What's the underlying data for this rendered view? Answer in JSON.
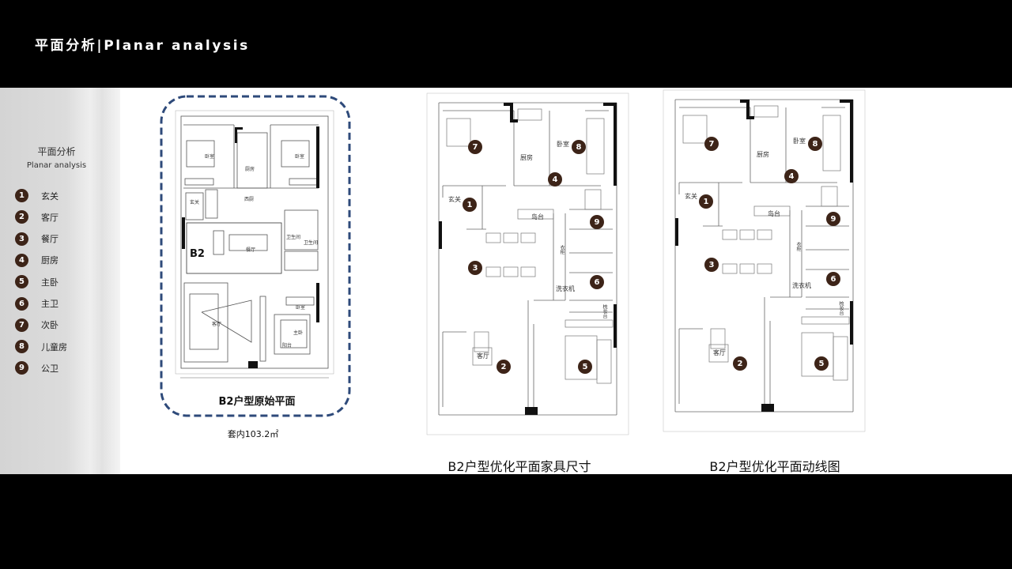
{
  "header": {
    "title": "平面分析|Planar analysis"
  },
  "sidebar": {
    "title_cn": "平面分析",
    "title_en": "Planar analysis",
    "items": [
      {
        "n": "1",
        "label": "玄关"
      },
      {
        "n": "2",
        "label": "客厅"
      },
      {
        "n": "3",
        "label": "餐厅"
      },
      {
        "n": "4",
        "label": "厨房"
      },
      {
        "n": "5",
        "label": "主卧"
      },
      {
        "n": "6",
        "label": "主卫"
      },
      {
        "n": "7",
        "label": "次卧"
      },
      {
        "n": "8",
        "label": "儿童房"
      },
      {
        "n": "9",
        "label": "公卫"
      }
    ]
  },
  "original": {
    "caption": "B2户型原始平面",
    "area": "套内103.2㎡",
    "unit": "B2",
    "rooms": {
      "bed1": "卧室",
      "kitchen": "厨房",
      "bed2": "卧室",
      "entry": "玄关",
      "west_kitchen": "西厨",
      "bath1": "卫生间",
      "bath2": "卫生间",
      "dining": "餐厅",
      "living": "客厅",
      "bed3": "卧室",
      "master": "主卧",
      "balcony": "阳台"
    }
  },
  "furniture_plan": {
    "caption": "B2户型优化平面家具尺寸",
    "rooms": {
      "kitchen": "厨房",
      "bedroom": "卧室",
      "entry": "玄关",
      "island": "岛台",
      "laundry": "洗衣机",
      "living": "客厅",
      "wardrobe": "衣柜",
      "vanity": "梳妆台"
    }
  },
  "flow_plan": {
    "caption": "B2户型优化平面动线图",
    "rooms": {
      "kitchen": "厨房",
      "bedroom": "卧室",
      "entry": "玄关",
      "island": "岛台",
      "laundry": "洗衣机",
      "living": "客厅",
      "wardrobe": "衣柜",
      "vanity": "梳妆台"
    }
  },
  "colors": {
    "marker": "#3d2418",
    "dashed_border": "#2e4a7a"
  }
}
